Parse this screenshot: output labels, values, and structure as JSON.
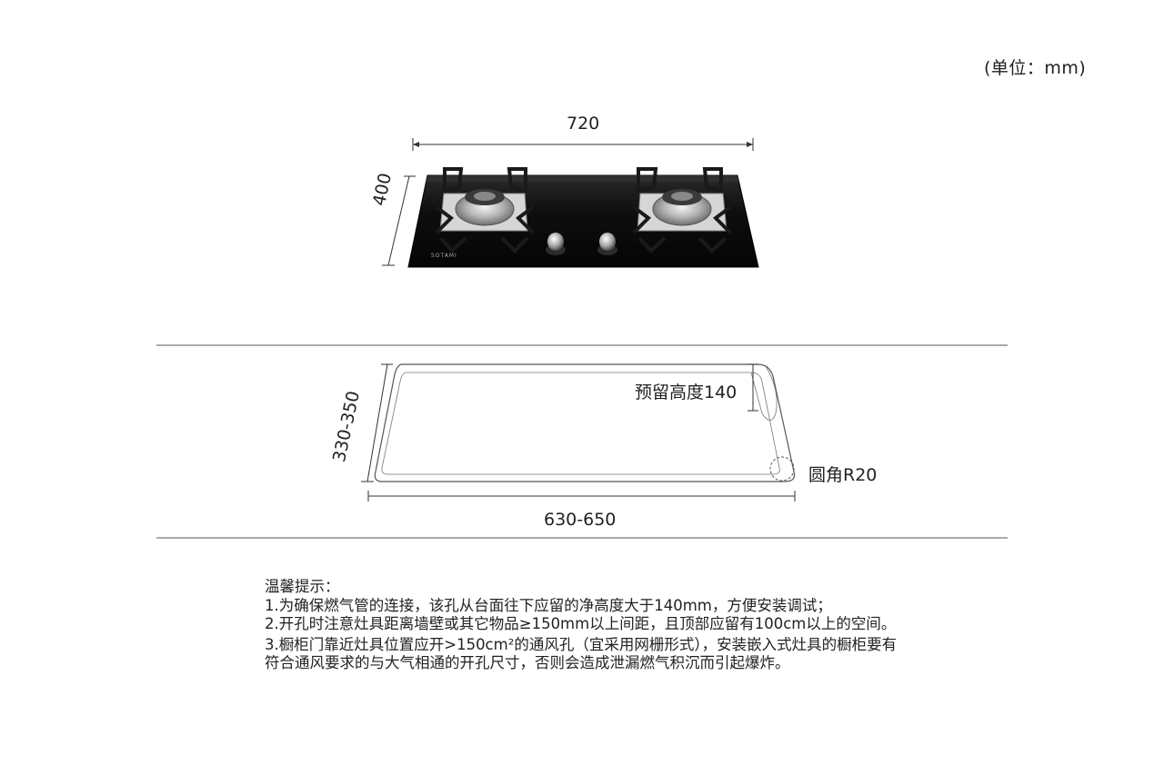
{
  "unit_label": "(单位：mm)",
  "cooktop": {
    "width_label": "720",
    "depth_label": "400",
    "brand_mark": "SOTAMI"
  },
  "cutout": {
    "depth_range_label": "330-350",
    "width_range_label": "630-650",
    "reserve_height_label": "预留高度140",
    "corner_label": "圆角R20"
  },
  "notes": {
    "title": "温馨提示：",
    "items": [
      "1.为确保燃气管的连接，该孔从台面往下应留的净高度大于140mm，方便安装调试；",
      "2.开孔时注意灶具距离墙壁或其它物品≥150mm以上间距，且顶部应留有100cm以上的空间。",
      "3.橱柜门靠近灶具位置应开>150cm²的通风孔（宜采用网栅形式），安装嵌入式灶具的橱柜要有符合通风要求的与大气相通的开孔尺寸，否则会造成泄漏燃气积沉而引起爆炸。"
    ]
  },
  "colors": {
    "glass": "#0c0c0c",
    "steel": "#c9c9c9",
    "line": "#333333"
  }
}
